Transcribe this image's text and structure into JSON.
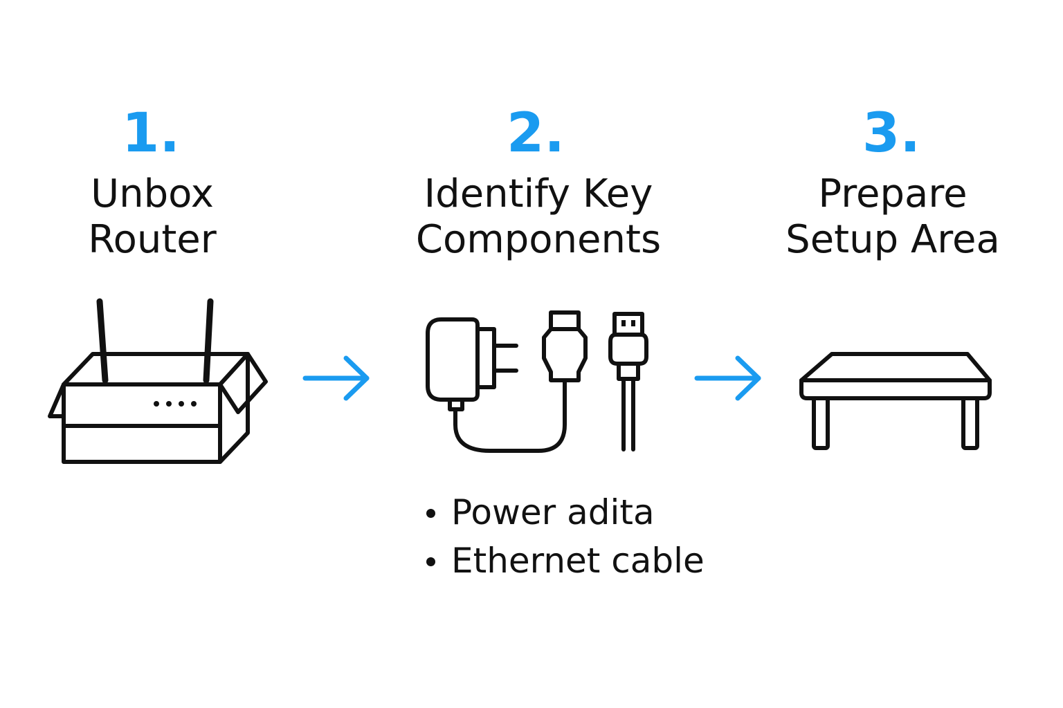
{
  "colors": {
    "accent": "#1a9bf0",
    "ink": "#111111",
    "background": "#ffffff"
  },
  "steps": [
    {
      "number": "1.",
      "title_line1": "Unbox",
      "title_line2": "Router",
      "icon": "router-box-icon"
    },
    {
      "number": "2.",
      "title_line1": "Identify Key",
      "title_line2": "Components",
      "icon": "cables-icon",
      "items": [
        "Power adita",
        "Ethernet cable"
      ]
    },
    {
      "number": "3.",
      "title_line1": "Prepare",
      "title_line2": "Setup Area",
      "icon": "table-icon"
    }
  ],
  "connectors": [
    "arrow-right-icon",
    "arrow-right-icon"
  ]
}
